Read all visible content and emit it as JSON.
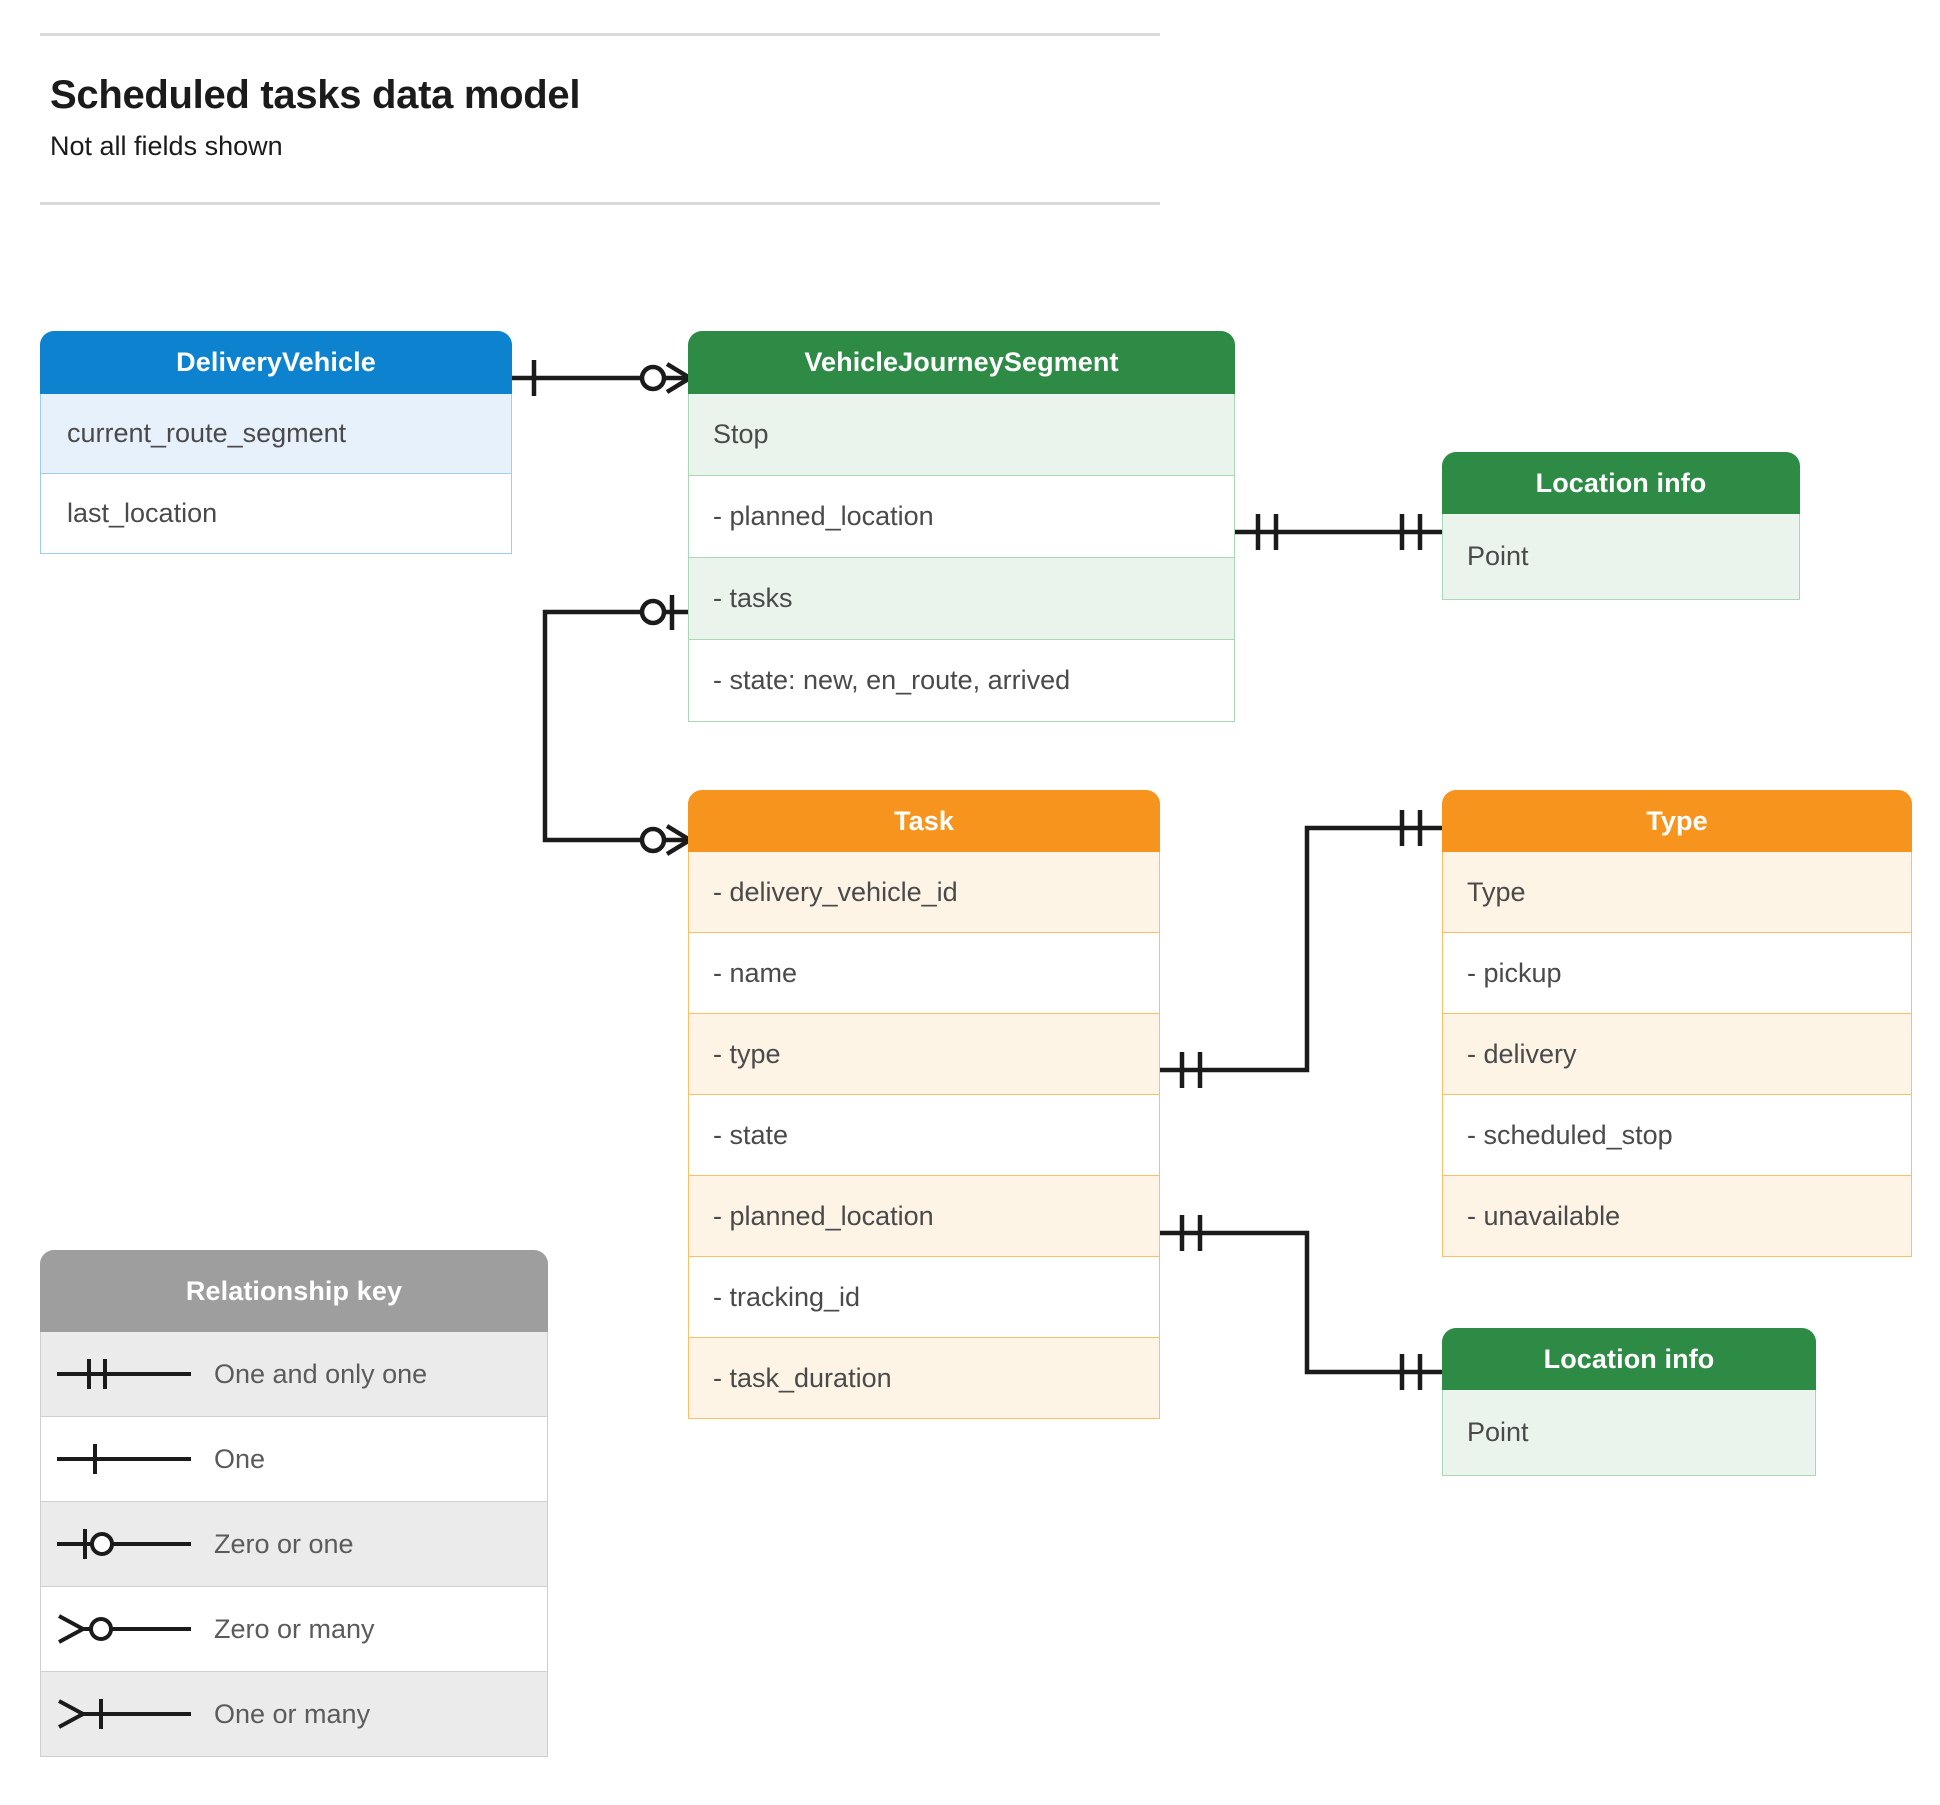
{
  "header": {
    "title": "Scheduled tasks data model",
    "subtitle": "Not all fields shown"
  },
  "colors": {
    "blue_header": "#0d83d0",
    "blue_row": "#e7f1fc",
    "blue_border": "#9dcdf2",
    "green_header": "#2e8b46",
    "green_row": "#eaf4ec",
    "green_border": "#a8d8b4",
    "orange_header": "#f7941e",
    "orange_row": "#fdf4e6",
    "orange_border": "#fac067",
    "gray_header": "#9e9e9e",
    "gray_row": "#ebebeb",
    "line": "#1b1b1b",
    "text": "#4a4a4a"
  },
  "entities": {
    "delivery_vehicle": {
      "title": "DeliveryVehicle",
      "rows": [
        {
          "label": "current_route_segment"
        },
        {
          "label": "last_location"
        }
      ]
    },
    "vehicle_journey_segment": {
      "title": "VehicleJourneySegment",
      "rows": [
        {
          "label": "Stop"
        },
        {
          "label": "-  planned_location"
        },
        {
          "label": "- tasks"
        },
        {
          "label": "- state: new, en_route, arrived"
        }
      ]
    },
    "location_info_top": {
      "title": "Location info",
      "rows": [
        {
          "label": "Point"
        }
      ]
    },
    "task": {
      "title": "Task",
      "rows": [
        {
          "label": "- delivery_vehicle_id"
        },
        {
          "label": "- name"
        },
        {
          "label": "- type"
        },
        {
          "label": "- state"
        },
        {
          "label": "- planned_location"
        },
        {
          "label": "- tracking_id"
        },
        {
          "label": "- task_duration"
        }
      ]
    },
    "type": {
      "title": "Type",
      "rows": [
        {
          "label": "Type"
        },
        {
          "label": "-   pickup"
        },
        {
          "label": "-   delivery"
        },
        {
          "label": "-   scheduled_stop"
        },
        {
          "label": "-   unavailable"
        }
      ]
    },
    "location_info_bottom": {
      "title": "Location info",
      "rows": [
        {
          "label": "Point"
        }
      ]
    }
  },
  "legend": {
    "title": "Relationship key",
    "rows": [
      {
        "label": "One and only one",
        "symbol": "one-and-only-one"
      },
      {
        "label": "One",
        "symbol": "one"
      },
      {
        "label": "Zero or one",
        "symbol": "zero-or-one"
      },
      {
        "label": "Zero or many",
        "symbol": "zero-or-many"
      },
      {
        "label": "One or many",
        "symbol": "one-or-many"
      }
    ]
  },
  "relationships": [
    {
      "name": "deliveryvehicle-to-vehiclejourneysegment",
      "from": "DeliveryVehicle",
      "from_cardinality": "one",
      "to": "VehicleJourneySegment",
      "to_cardinality": "zero-or-many"
    },
    {
      "name": "vehiclejourneysegment-plannedlocation-to-locationinfo",
      "from": "VehicleJourneySegment.planned_location",
      "from_cardinality": "one-and-only-one",
      "to": "Location info",
      "to_cardinality": "one-and-only-one"
    },
    {
      "name": "vehiclejourneysegment-tasks-to-task",
      "from": "VehicleJourneySegment.tasks",
      "from_cardinality": "zero-or-one",
      "to": "Task",
      "to_cardinality": "zero-or-many"
    },
    {
      "name": "task-type-to-type",
      "from": "Task.type",
      "from_cardinality": "one-and-only-one",
      "to": "Type",
      "to_cardinality": "one-and-only-one"
    },
    {
      "name": "task-plannedlocation-to-locationinfo",
      "from": "Task.planned_location",
      "from_cardinality": "one-and-only-one",
      "to": "Location info",
      "to_cardinality": "one-and-only-one"
    }
  ]
}
